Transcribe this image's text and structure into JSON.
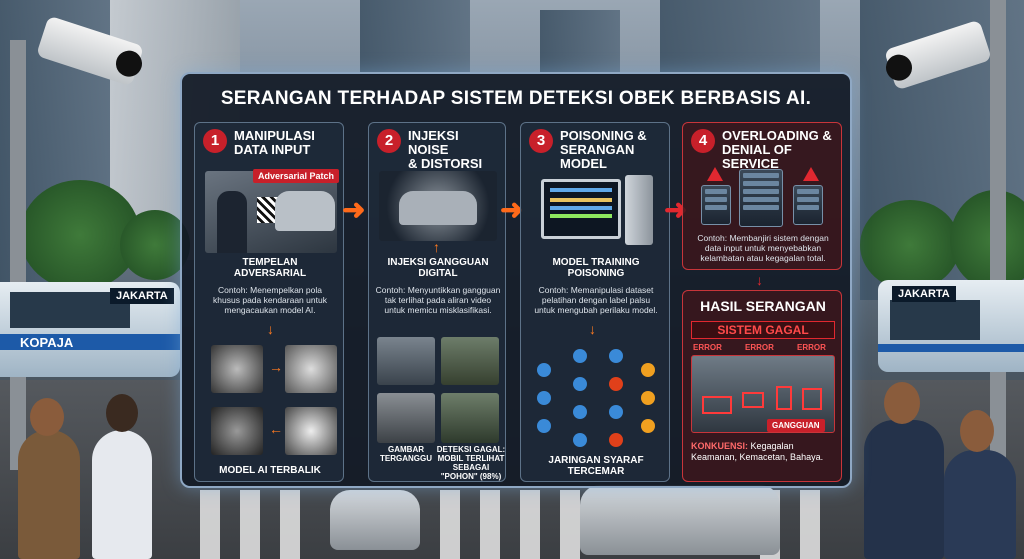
{
  "title": "SERANGAN TERHADAP SISTEM DETEKSI OBEK BERBASIS AI.",
  "background": {
    "bus_left_sign": "JAKARTA",
    "bus_left_name": "KOPAJA",
    "bus_right_sign": "JAKARTA"
  },
  "sections": [
    {
      "num": "1",
      "heading": "MANIPULASI\nDATA INPUT",
      "badge": "Adversarial Patch",
      "image_label": "TEMPELAN\nADVERSARIAL",
      "desc": "Contoh: Menempelkan pola\nkhusus pada kendaraan untuk\nmengacaukan model AI.",
      "bottom_label": "MODEL AI TERBALIK"
    },
    {
      "num": "2",
      "heading": "INJEKSI NOISE\n& DISTORSI",
      "image_label": "INJEKSI GANGGUAN\nDIGITAL",
      "desc": "Contoh: Menyuntikkan gangguan\ntak terlihat pada aliran video\nuntuk memicu misklasifikasi.",
      "sub_left": "GAMBAR\nTERGANGGU",
      "sub_right": "DETEKSI GAGAL:\nMOBIL TERLIHAT\nSEBAGAI\n\"POHON\" (98%)"
    },
    {
      "num": "3",
      "heading": "POISONING &\nSERANGAN MODEL",
      "image_label": "MODEL TRAINING\nPOISONING",
      "desc": "Contoh: Memanipulasi dataset\npelatihan dengan label palsu\nuntuk mengubah perilaku model.",
      "bottom_label": "JARINGAN SYARAF\nTERCEMAR"
    },
    {
      "num": "4",
      "heading": "OVERLOADING &\nDENIAL OF SERVICE",
      "desc": "Contoh: Membanjiri sistem dengan\ndata input untuk menyebabkan\nkelambatan atau kegagalan total."
    }
  ],
  "result": {
    "heading": "HASIL SERANGAN",
    "status": "SISTEM GAGAL",
    "error_label": "ERROR",
    "tag": "GANGGUAN",
    "consequence_label": "KONKUENSI:",
    "consequence_text": "Kegagalan\nKeamanan, Kemacetan, Bahaya."
  },
  "colors": {
    "accent_red": "#c8202a",
    "arrow_orange": "#ff6a1a",
    "panel_border": "#8fa8c4"
  }
}
